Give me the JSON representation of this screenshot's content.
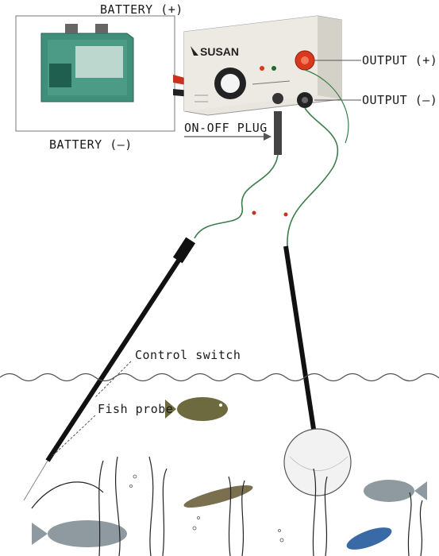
{
  "labels": {
    "battery_plus": "BATTERY (+)",
    "battery_minus": "BATTERY (–)",
    "output_plus": "OUTPUT (+)",
    "output_minus": "OUTPUT (–)",
    "on_off_plug": "ON-OFF PLUG",
    "control_switch": "Control switch",
    "fish_probe": "Fish probe"
  },
  "device": {
    "brand": "SUSAN"
  },
  "colors": {
    "battery_green": "#3f8f7a",
    "device_body": "#e8e6df",
    "output_red": "#d9381e",
    "wire_green": "#3c7d4a",
    "water_line": "#555555"
  }
}
